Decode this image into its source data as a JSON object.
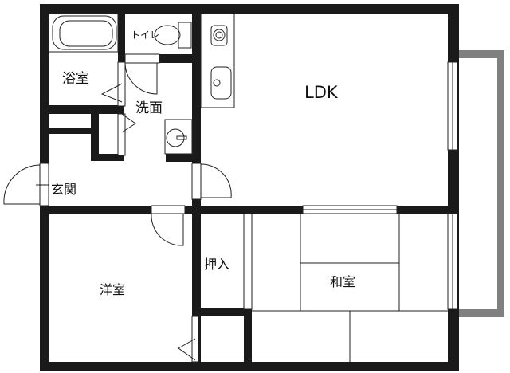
{
  "floor_plan": {
    "rooms": [
      {
        "id": "ldk",
        "label": "LDK"
      },
      {
        "id": "bath",
        "label": "浴室"
      },
      {
        "id": "toilet",
        "label": "トイレ"
      },
      {
        "id": "washroom",
        "label": "洗面"
      },
      {
        "id": "entrance",
        "label": "玄関"
      },
      {
        "id": "western",
        "label": "洋室"
      },
      {
        "id": "closet",
        "label": "押入"
      },
      {
        "id": "japanese",
        "label": "和室"
      }
    ],
    "colors": {
      "wall": "#1a1a1a",
      "balcony": "#808080",
      "line": "#222222",
      "background": "#ffffff"
    }
  }
}
